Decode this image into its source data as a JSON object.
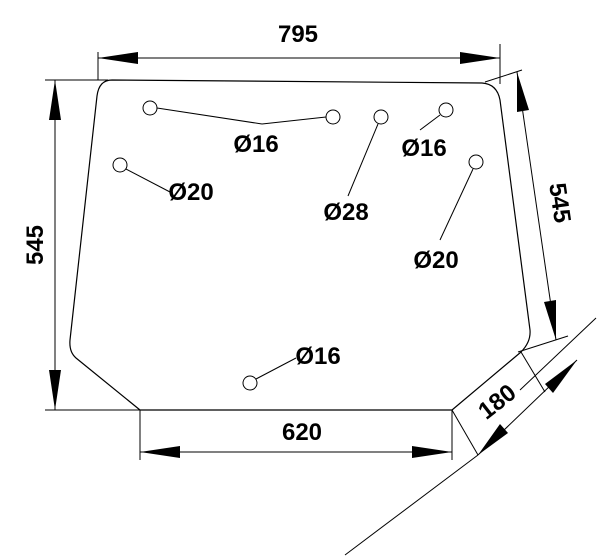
{
  "dimensions": {
    "top_width": "795",
    "left_height": "545",
    "right_height": "545",
    "bottom_width": "620",
    "corner_cut": "180"
  },
  "holes": [
    {
      "label": "Ø16"
    },
    {
      "label": "Ø20"
    },
    {
      "label": "Ø28"
    },
    {
      "label": "Ø16"
    },
    {
      "label": "Ø20"
    },
    {
      "label": "Ø16"
    }
  ]
}
